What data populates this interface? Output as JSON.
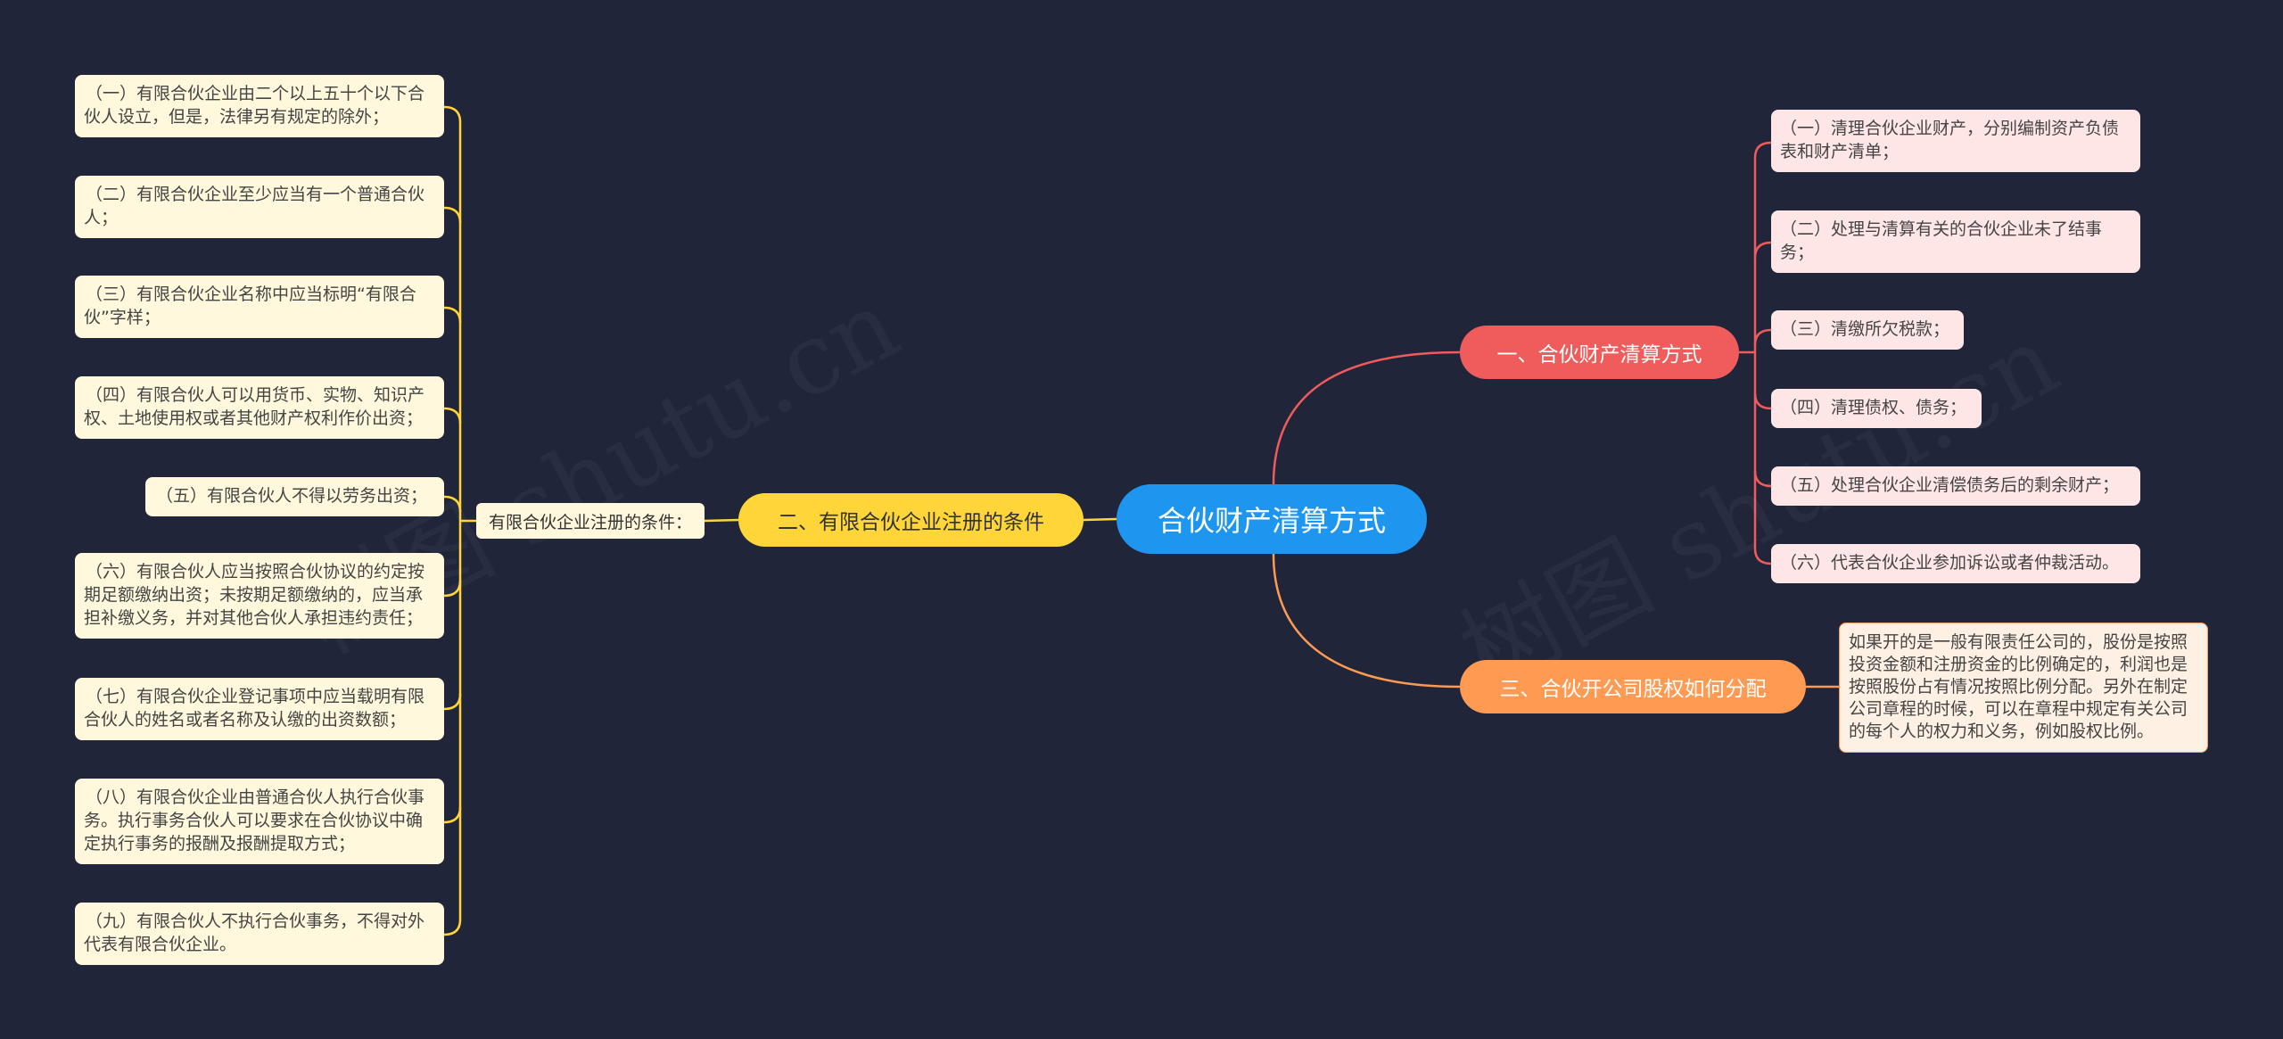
{
  "root": {
    "label": "合伙财产清算方式"
  },
  "branches": [
    {
      "label": "一、合伙财产清算方式",
      "color": "#f05b5b",
      "items": [
        "（一）清理合伙企业财产，分别编制资产负债表和财产清单；",
        "（二）处理与清算有关的合伙企业未了结事务；",
        "（三）清缴所欠税款；",
        "（四）清理债权、债务；",
        "（五）处理合伙企业清偿债务后的剩余财产；",
        "（六）代表合伙企业参加诉讼或者仲裁活动。"
      ]
    },
    {
      "label": "二、有限合伙企业注册的条件",
      "color": "#ffd53a",
      "sub_label": "有限合伙企业注册的条件：",
      "items": [
        "（一）有限合伙企业由二个以上五十个以下合伙人设立，但是，法律另有规定的除外；",
        "（二）有限合伙企业至少应当有一个普通合伙人；",
        "（三）有限合伙企业名称中应当标明“有限合伙”字样；",
        "（四）有限合伙人可以用货币、实物、知识产权、土地使用权或者其他财产权利作价出资；",
        "（五）有限合伙人不得以劳务出资；",
        "（六）有限合伙人应当按照合伙协议的约定按期足额缴纳出资；未按期足额缴纳的，应当承担补缴义务，并对其他合伙人承担违约责任；",
        "（七）有限合伙企业登记事项中应当载明有限合伙人的姓名或者名称及认缴的出资数额；",
        "（八）有限合伙企业由普通合伙人执行合伙事务。执行事务合伙人可以要求在合伙协议中确定执行事务的报酬及报酬提取方式；",
        "（九）有限合伙人不执行合伙事务，不得对外代表有限合伙企业。"
      ]
    },
    {
      "label": "三、合伙开公司股权如何分配",
      "color": "#ff9a52",
      "items": [
        "如果开的是一般有限责任公司的，股份是按照投资金额和注册资金的比例确定的，利润也是按照股份占有情况按照比例分配。另外在制定公司章程的时候，可以在章程中规定有关公司的每个人的权力和义务，例如股权比例。"
      ]
    }
  ],
  "watermarks": [
    "树图 shutu.cn",
    "树图 shutu.cn"
  ]
}
